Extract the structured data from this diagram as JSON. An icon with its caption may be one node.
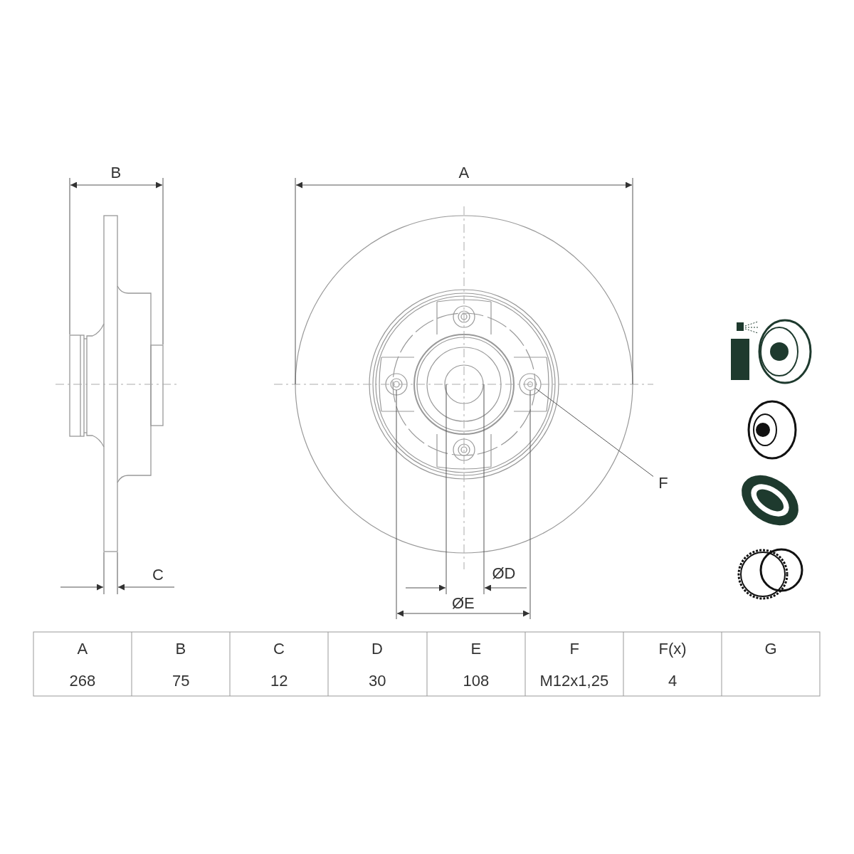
{
  "diagram": {
    "nodes": [
      {
        "text": [
          "F"
        ]
      },
      {
        "text": [],
        "shape": "circle"
      }
    ],
    "edges": [
      {
        "from": 0,
        "to": 1,
        "arrow": "none"
      }
    ],
    "labels": [
      "B",
      "A",
      "C",
      "ØD",
      "ØE",
      "A",
      "B",
      "C",
      "D",
      "E",
      "F",
      "F(x)",
      "G",
      "268",
      "75",
      "12",
      "30",
      "108",
      "M12x1,25",
      "4"
    ]
  }
}
